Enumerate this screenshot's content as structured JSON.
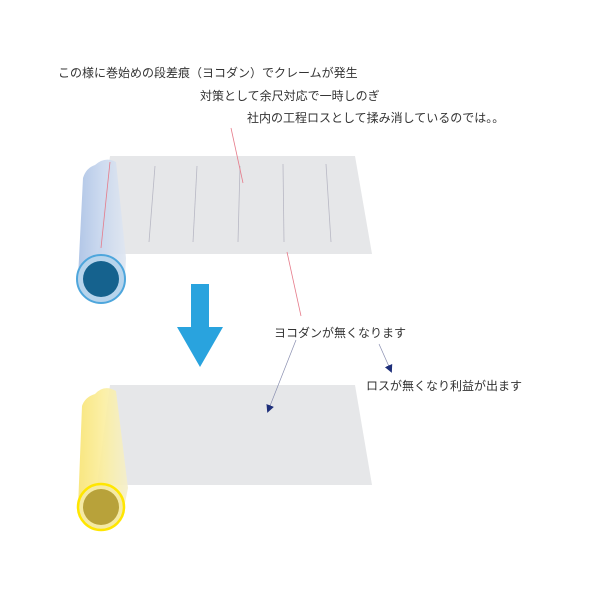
{
  "annotations": {
    "line1": "この様に巻始めの段差痕（ヨコダン）でクレームが発生",
    "line2": "対策として余尺対応で一時しのぎ",
    "line3": "社内の工程ロスとして揉み消しているのでは。。"
  },
  "labels": {
    "no_step": "ヨコダンが無くなります",
    "profit": "ロスが無くなり利益が出ます"
  },
  "colors": {
    "sheet": "#e6e7e9",
    "blue_roll": "#bfd0ea",
    "blue_core": "#15628e",
    "blue_ring": "#4ea6dc",
    "arrow": "#29a3de",
    "yellow_roll": "#fbeb8f",
    "yellow_core": "#b8a23a",
    "yellow_ring": "#ffe600",
    "mark": "#e67b8a",
    "pointer": "#1e2f7a"
  },
  "icons": [
    "down-arrow-icon",
    "pointer-arrow-icon"
  ]
}
